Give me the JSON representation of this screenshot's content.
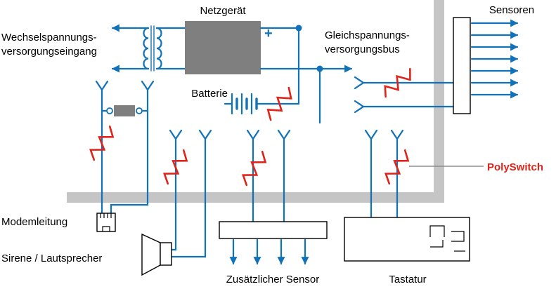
{
  "diagram": {
    "labels": {
      "netzgeraet": "Netzgerät",
      "ac_input_line1": "Wechselspannungs-",
      "ac_input_line2": "versorgungseingang",
      "plus_sign": "+",
      "dc_bus_line1": "Gleichspannungs-",
      "dc_bus_line2": "versorgungsbus",
      "batterie": "Batterie",
      "sensoren": "Sensoren",
      "polyswitch": "PolySwitch",
      "modemleitung": "Modemleitung",
      "sirene_lautsprecher": "Sirene / Lautsprecher",
      "zusaetzlicher_sensor": "Zusätzlicher Sensor",
      "tastatur": "Tastatur"
    },
    "colors": {
      "wire_blue": "#1272b9",
      "polyswitch_red": "#e02318",
      "box_gray": "#7f7f7f",
      "panel_gray": "#c5c5c5",
      "outline_black": "#000000",
      "pointer_gray": "#8e8e8e"
    },
    "icons": {
      "transformer-icon": "double-coil-with-core",
      "battery-icon": "alternating-cell-plates",
      "polyswitch-icon": "red-diagonal-zigzag",
      "connector-fork-icon": "y-fork",
      "speaker-icon": "horn-with-driver",
      "modem-jack-icon": "rj-plug",
      "arrow-icon": "solid-triangle-head"
    }
  }
}
